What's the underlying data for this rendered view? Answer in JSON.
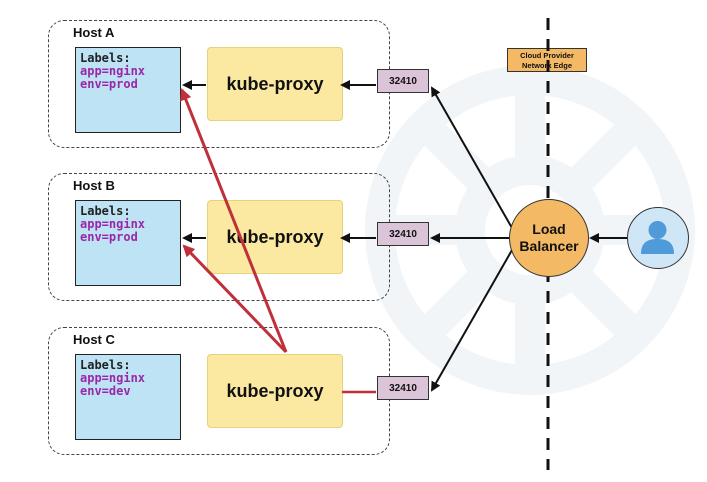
{
  "hosts": [
    {
      "title": "Host A",
      "labels_heading": "Labels:",
      "app": "app=nginx",
      "env": "env=prod",
      "proxy": "kube-proxy",
      "port": "32410"
    },
    {
      "title": "Host B",
      "labels_heading": "Labels:",
      "app": "app=nginx",
      "env": "env=prod",
      "proxy": "kube-proxy",
      "port": "32410"
    },
    {
      "title": "Host C",
      "labels_heading": "Labels:",
      "app": "app=nginx",
      "env": "env=dev",
      "proxy": "kube-proxy",
      "port": "32410"
    }
  ],
  "edge": {
    "line1": "Cloud Provider",
    "line2": "Network Edge"
  },
  "load_balancer": {
    "line1": "Load",
    "line2": "Balancer"
  },
  "icons": {
    "user": "user-icon"
  },
  "colors": {
    "pod": "#bde3f5",
    "proxy": "#fbe9a2",
    "port": "#dcc4d8",
    "balancer": "#f4b965",
    "kv_text": "#9b27a8",
    "routing_arrow": "#c0303a",
    "user": "#cfe6f7",
    "watermark": "#f2f5f8"
  }
}
